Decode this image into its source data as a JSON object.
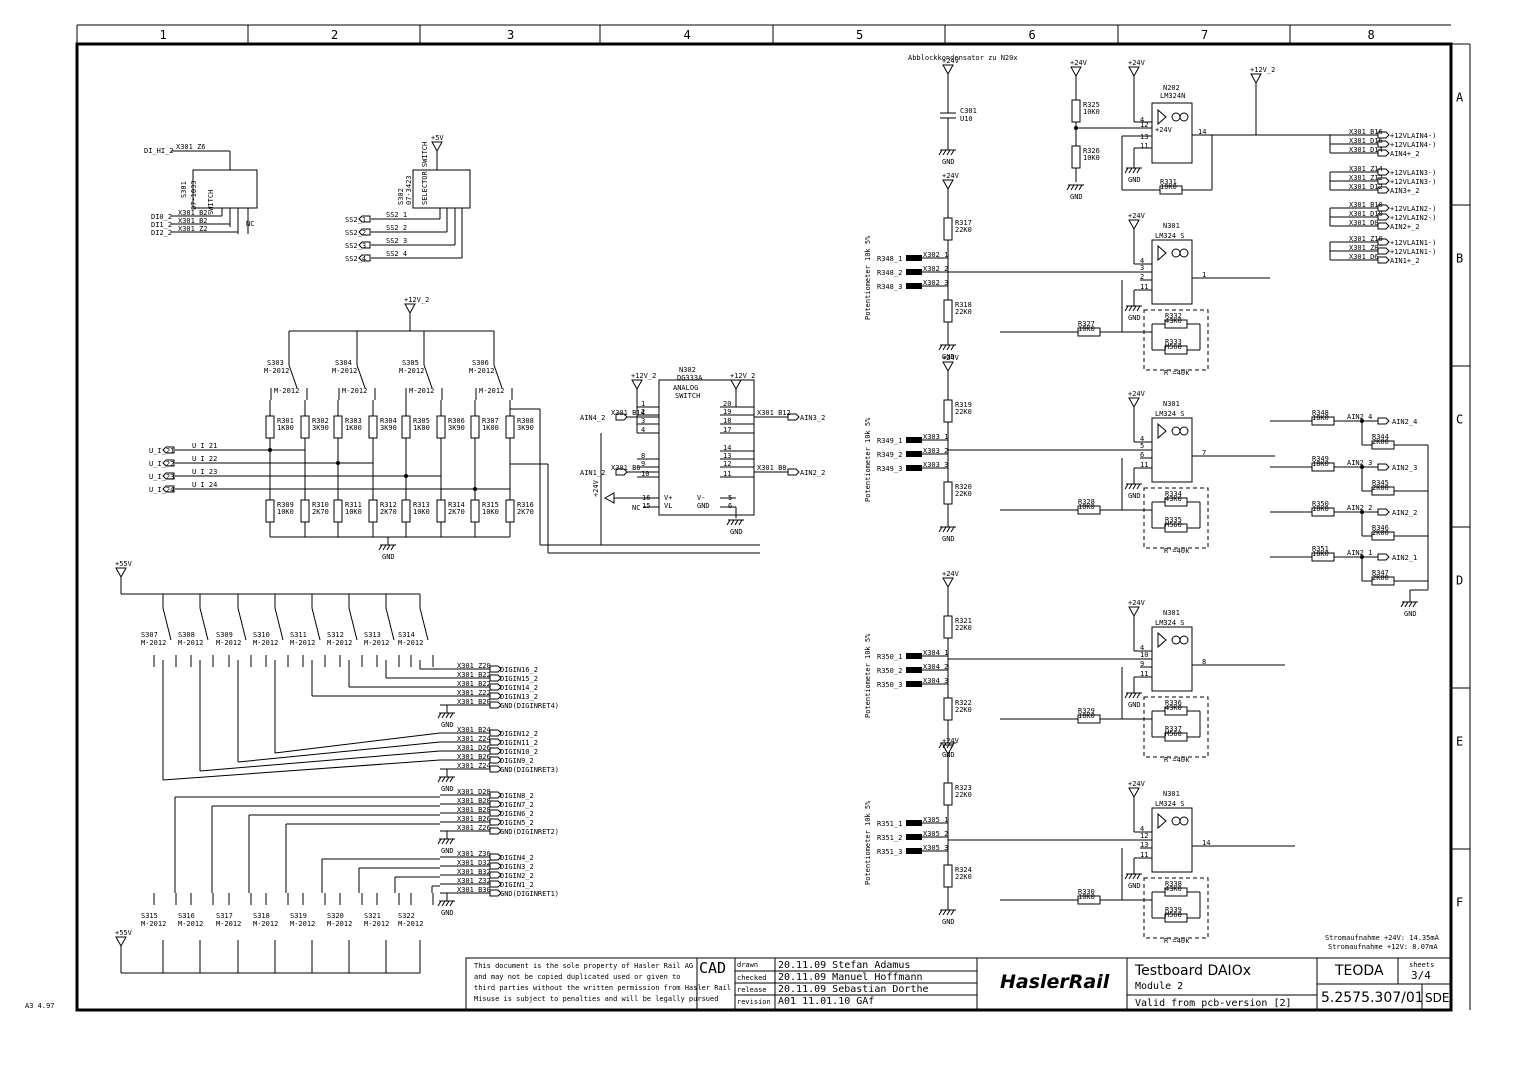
{
  "columns": [
    "1",
    "2",
    "3",
    "4",
    "5",
    "6",
    "7",
    "8"
  ],
  "rows": [
    "A",
    "B",
    "C",
    "D",
    "E",
    "F"
  ],
  "sheet_format": "A3   4.97",
  "notes": {
    "decoupling": "Abblockkondensator zu N20x",
    "current": "Stromaufnahme +24V: 14.35mA",
    "current2": "Stromaufnahme +12V: 8.07mA"
  },
  "nets": {
    "p24": "+24V",
    "p12_2": "+12V_2",
    "p5": "+5V",
    "p55": "+55V",
    "gnd": "GND"
  },
  "switches": {
    "s301": {
      "ref": "S301",
      "part": "07-1033",
      "role": "SWITCH",
      "net": "DI_HI_2",
      "conn": "X301 Z6",
      "nets": [
        "DI0_2",
        "DI1_2",
        "DI2_2"
      ],
      "pins": [
        "X301 B2",
        "X301 B2",
        "X301 Z2"
      ]
    },
    "s302": {
      "ref": "S302",
      "part": "07-3423",
      "role": "SELECTOR SWITCH",
      "nets": [
        "SS2_1",
        "SS2_2",
        "SS2_3",
        "SS2_4"
      ]
    },
    "adc_switches": [
      {
        "ref": "S303",
        "part": "M-2012"
      },
      {
        "ref": "S304",
        "part": "M-2012"
      },
      {
        "ref": "S305",
        "part": "M-2012"
      },
      {
        "ref": "S306",
        "part": "M-2012"
      }
    ],
    "dig_top": [
      "S307",
      "S308",
      "S309",
      "S310",
      "S311",
      "S312",
      "S313",
      "S314"
    ],
    "dig_bottom": [
      "S315",
      "S316",
      "S317",
      "S318",
      "S319",
      "S320",
      "S321",
      "S322"
    ],
    "part": "M-2012"
  },
  "resistor_top": [
    {
      "ref": "R301",
      "val": "1K00"
    },
    {
      "ref": "R302",
      "val": "3K90"
    },
    {
      "ref": "R303",
      "val": "1K00"
    },
    {
      "ref": "R304",
      "val": "3K90"
    },
    {
      "ref": "R305",
      "val": "1K00"
    },
    {
      "ref": "R306",
      "val": "3K90"
    },
    {
      "ref": "R307",
      "val": "1K00"
    },
    {
      "ref": "R308",
      "val": "3K90"
    }
  ],
  "resistor_bottom": [
    {
      "ref": "R309",
      "val": "10K0"
    },
    {
      "ref": "R310",
      "val": "2K70"
    },
    {
      "ref": "R311",
      "val": "10K0"
    },
    {
      "ref": "R312",
      "val": "2K70"
    },
    {
      "ref": "R313",
      "val": "10K0"
    },
    {
      "ref": "R314",
      "val": "2K70"
    },
    {
      "ref": "R315",
      "val": "10K0"
    },
    {
      "ref": "R316",
      "val": "2K70"
    }
  ],
  "ui_nets": [
    "U_I_21",
    "U_I_22",
    "U_I_23",
    "U_I_24"
  ],
  "ui_labels": [
    "U_I_21",
    "U_I_22",
    "U_I_23",
    "U_I_24"
  ],
  "analog_switch": {
    "ref": "N302",
    "part": "DG333A",
    "title": "ANALOG",
    "title2": "SWITCH",
    "in1": "AIN4_2",
    "in1pin": "X301 B14",
    "in2": "AIN1_2",
    "in2pin": "X301 B6",
    "out1": "AIN3_2",
    "out1pin": "X301 B12",
    "out2": "AIN2_2",
    "out2pin": "X301 B8",
    "pins_left": [
      "1",
      "2",
      "3",
      "4",
      "8",
      "9",
      "10"
    ],
    "pins_right": [
      "20",
      "19",
      "18",
      "17",
      "14",
      "13",
      "12",
      "11"
    ],
    "pwr": [
      "16",
      "15",
      "5",
      "6"
    ],
    "pwrl": [
      "V+",
      "VL",
      "V-",
      "GND"
    ],
    "nc": "NC"
  },
  "digin_groups": [
    {
      "conns": [
        "X301 Z20",
        "X301 B22",
        "X301 B22",
        "X301 Z22",
        "X301 B20"
      ],
      "nets": [
        "DIGIN16_2",
        "DIGIN15_2",
        "DIGIN14_2",
        "DIGIN13_2",
        "GND(DIGINRET4)"
      ]
    },
    {
      "conns": [
        "X301 B24",
        "X301 Z24",
        "X301 D26",
        "X301 B26",
        "X301 Z24"
      ],
      "nets": [
        "DIGIN12_2",
        "DIGIN11_2",
        "DIGIN10_2",
        "DIGIN9_2",
        "GND(DIGINRET3)"
      ]
    },
    {
      "conns": [
        "X301 D28",
        "X301 B28",
        "X301 B28",
        "X301 B26",
        "X301 Z26"
      ],
      "nets": [
        "DIGIN8_2",
        "DIGIN7_2",
        "DIGIN6_2",
        "DIGIN5_2",
        "GND(DIGINRET2)"
      ]
    },
    {
      "conns": [
        "X301 Z30",
        "X301 D32",
        "X301 B32",
        "X301 Z32",
        "X301 B30"
      ],
      "nets": [
        "DIGIN4_2",
        "DIGIN3_2",
        "DIGIN2_2",
        "DIGIN1_2",
        "GND(DIGINRET1)"
      ]
    }
  ],
  "cap": {
    "ref": "C301",
    "val": "U10"
  },
  "pots": [
    {
      "top": "R317",
      "topv": "22K0",
      "bot": "R318",
      "botv": "22K0",
      "pins": [
        "R348_1",
        "R348_2",
        "R348_3"
      ],
      "conns": [
        "X302 1",
        "X302 2",
        "X302 3"
      ],
      "label": "Potentiometer 10k 5%"
    },
    {
      "top": "R319",
      "topv": "22K0",
      "bot": "R320",
      "botv": "22K0",
      "pins": [
        "R349_1",
        "R349_2",
        "R349_3"
      ],
      "conns": [
        "X303 1",
        "X303 2",
        "X303 3"
      ],
      "label": "Potentiometer 10k 5%"
    },
    {
      "top": "R321",
      "topv": "22K0",
      "bot": "R322",
      "botv": "22K0",
      "pins": [
        "R350_1",
        "R350_2",
        "R350_3"
      ],
      "conns": [
        "X304 1",
        "X304 2",
        "X304 3"
      ],
      "label": "Potentiometer 10k 5%"
    },
    {
      "top": "R323",
      "topv": "22K0",
      "bot": "R324",
      "botv": "22K0",
      "pins": [
        "R351_1",
        "R351_2",
        "R351_3"
      ],
      "conns": [
        "X305 1",
        "X305 2",
        "X305 3"
      ],
      "label": "Potentiometer 10k 5%"
    }
  ],
  "n202": {
    "ref": "N202",
    "part": "LM324N",
    "r1": "R325",
    "r1v": "10K0",
    "r2": "R326",
    "r2v": "10K0",
    "r3": "R331",
    "r3v": "10K0",
    "pins": [
      "12",
      "13",
      "4",
      "11",
      "14"
    ]
  },
  "opamps": [
    {
      "ref": "N301",
      "part": "LM324_S",
      "pins": [
        "4",
        "3",
        "2",
        "11"
      ],
      "out": "1",
      "rin": "R327",
      "rinv": "10K0",
      "ra": "R332",
      "rav": "43K0",
      "rb": "R333",
      "rbv": "M560",
      "rnote": "R'=40k"
    },
    {
      "ref": "N301",
      "part": "LM324_S",
      "pins": [
        "4",
        "5",
        "6",
        "11"
      ],
      "out": "7",
      "rin": "R328",
      "rinv": "10K0",
      "ra": "R334",
      "rav": "43K0",
      "rb": "R335",
      "rbv": "M560",
      "rnote": "R'=40k"
    },
    {
      "ref": "N301",
      "part": "LM324_S",
      "pins": [
        "4",
        "10",
        "9",
        "11"
      ],
      "out": "8",
      "rin": "R329",
      "rinv": "10K0",
      "ra": "R336",
      "rav": "43K0",
      "rb": "R337",
      "rbv": "M560",
      "rnote": "R'=40k"
    },
    {
      "ref": "N301",
      "part": "LM324_S",
      "pins": [
        "4",
        "12",
        "13",
        "11"
      ],
      "out": "14",
      "rin": "R330",
      "rinv": "10K0",
      "ra": "R338",
      "rav": "43K0",
      "rb": "R339",
      "rbv": "M560",
      "rnote": "R'=40k"
    }
  ],
  "x301_right": [
    {
      "pins": [
        "X301 B16",
        "X301 D16",
        "X301 D14"
      ],
      "nets": [
        "+12VLAIN4-)",
        "+12VLAIN4-)",
        "AIN4+_2"
      ]
    },
    {
      "pins": [
        "X301 Z14",
        "X301 Z12",
        "X301 D12"
      ],
      "nets": [
        "+12VLAIN3-)",
        "+12VLAIN3-)",
        "AIN3+_2"
      ]
    },
    {
      "pins": [
        "X301 B10",
        "X301 D10",
        "X301 D8"
      ],
      "nets": [
        "+12VLAIN2-)",
        "+12VLAIN2-)",
        "AIN2+_2"
      ]
    },
    {
      "pins": [
        "X301 Z10",
        "X301 Z8",
        "X301 D6"
      ],
      "nets": [
        "+12VLAIN1-)",
        "+12VLAIN1-)",
        "AIN1+_2"
      ]
    }
  ],
  "dividers": [
    {
      "r": "R348",
      "rv": "18K0",
      "net": "AIN2_4",
      "rg": "R344",
      "rgv": "2K00",
      "out": "AIN2_4"
    },
    {
      "r": "R349",
      "rv": "18K0",
      "net": "AIN2_3",
      "rg": "R345",
      "rgv": "2K00",
      "out": "AIN2_3"
    },
    {
      "r": "R350",
      "rv": "18K0",
      "net": "AIN2_2",
      "rg": "R346",
      "rgv": "2K00",
      "out": "AIN2_2"
    },
    {
      "r": "R351",
      "rv": "18K0",
      "net": "AIN2_1",
      "rg": "R347",
      "rgv": "2K00",
      "out": "AIN2_1"
    }
  ],
  "title_block": {
    "legal": [
      "This document is the sole property of Hasler Rail AG",
      "and may not be copied duplicated used or given to",
      "third parties without the written permission from Hasler Rail",
      "Misuse is subject to penalties and will be legally pursued"
    ],
    "cad": "CAD",
    "rows": [
      {
        "k": "drawn",
        "v": "20.11.09 Stefan Adamus"
      },
      {
        "k": "checked",
        "v": "20.11.09 Manuel Hoffmann"
      },
      {
        "k": "release",
        "v": "20.11.09 Sebastian Dorthe"
      },
      {
        "k": "revision",
        "v": "A01 11.01.10 GAf"
      }
    ],
    "logo": "HaslerRail",
    "title": "Testboard DAIOx",
    "subtitle": "Module 2",
    "valid": "Valid from pcb-version [2]",
    "project": "TEODA",
    "sheets_label": "sheets",
    "sheets": "3/4",
    "docnum": "5.2575.307/01",
    "sde": "SDE"
  },
  "colors": {
    "ink": "#000000",
    "paper": "#ffffff"
  }
}
